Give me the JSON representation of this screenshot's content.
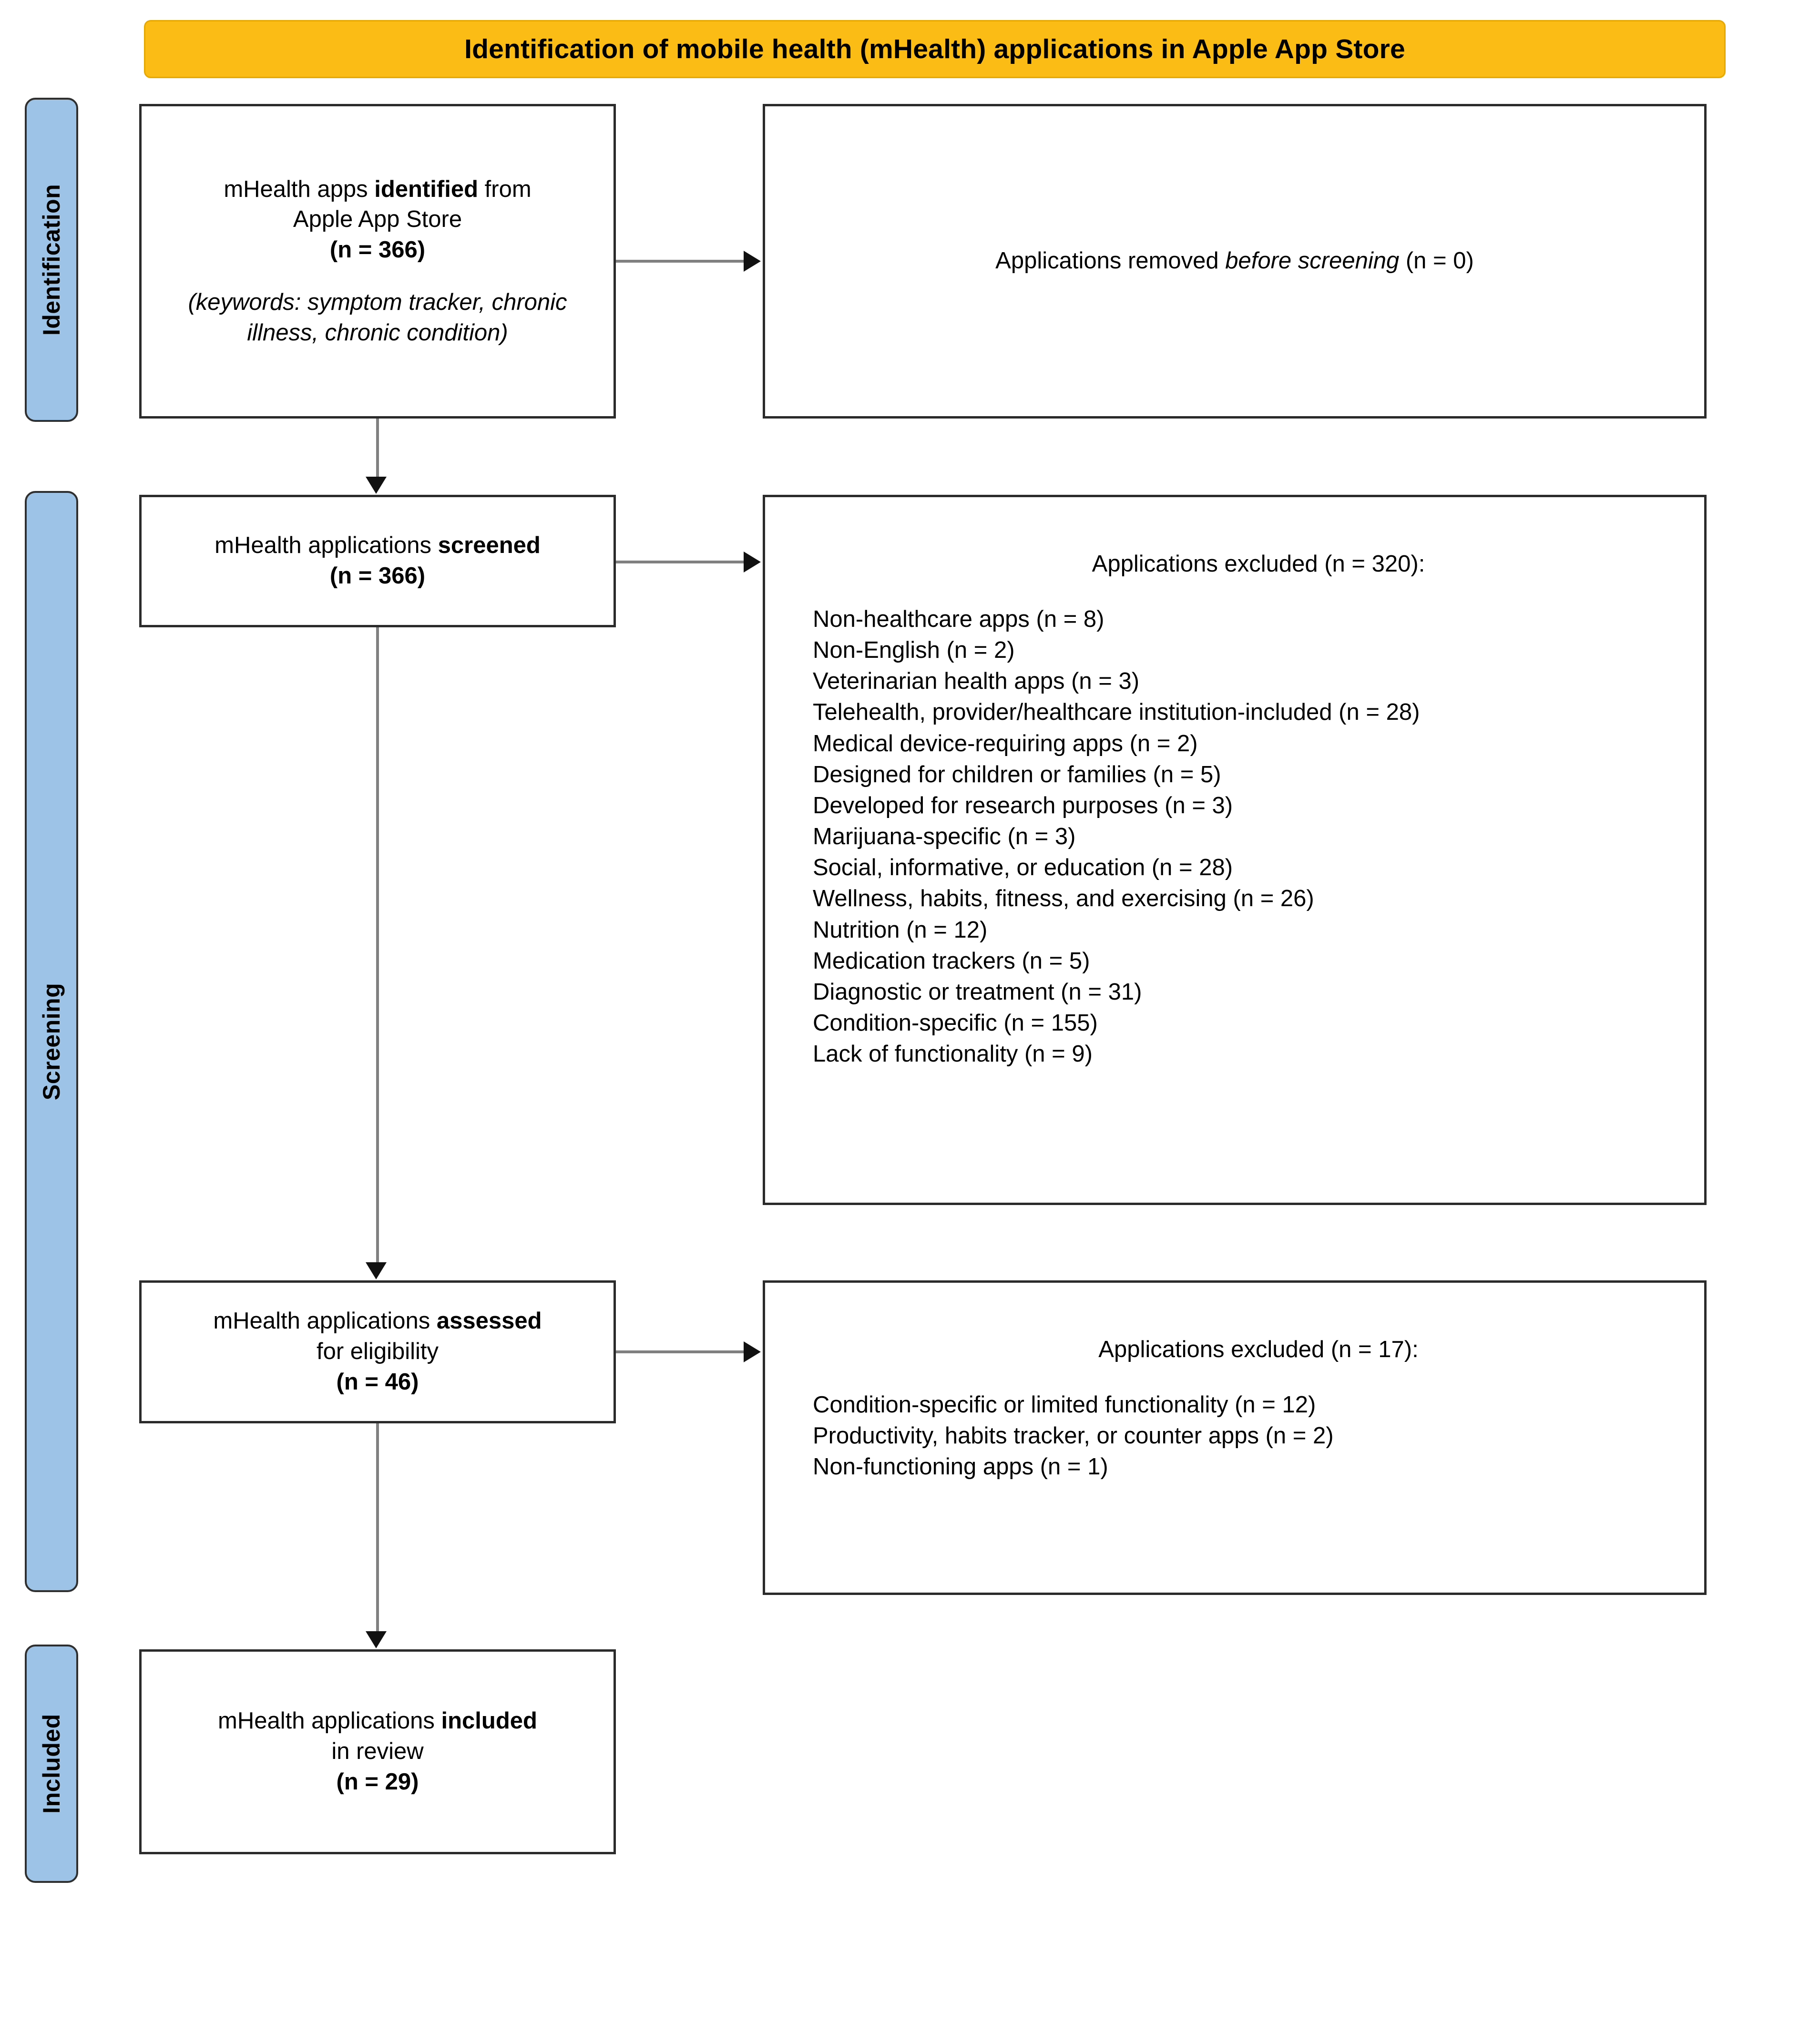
{
  "title": {
    "text": "Identification of mobile health (mHealth) applications in Apple App Store",
    "background_color": "#FBBC15"
  },
  "stages": {
    "identification": "Identification",
    "screening": "Screening",
    "included": "Included",
    "color": "#9DC3E6"
  },
  "boxes": {
    "identified": {
      "line1_pre": "mHealth apps ",
      "line1_bold": "identified",
      "line1_post": " from",
      "line2": "Apple App Store",
      "line3": "(n = 366)",
      "note_line1": "(keywords: symptom tracker, chronic",
      "note_line2": "illness, chronic condition)"
    },
    "removed_before_screening": {
      "pre": "Applications removed ",
      "italic": "before screening",
      "post": " (n = 0)"
    },
    "screened": {
      "line1_pre": "mHealth applications ",
      "line1_bold": "screened",
      "line2": "(n = 366)"
    },
    "excluded_screening": {
      "heading": "Applications excluded (n = 320):",
      "items": [
        "Non-healthcare apps (n = 8)",
        "Non-English (n = 2)",
        "Veterinarian health apps (n = 3)",
        "Telehealth, provider/healthcare institution-included (n = 28)",
        "Medical device-requiring apps (n = 2)",
        "Designed for children or families (n = 5)",
        "Developed for research purposes (n = 3)",
        "Marijuana-specific (n = 3)",
        "Social, informative, or education (n = 28)",
        "Wellness, habits, fitness, and exercising (n = 26)",
        "Nutrition (n = 12)",
        "Medication trackers (n = 5)",
        "Diagnostic or treatment (n = 31)",
        "Condition-specific (n = 155)",
        "Lack of functionality (n = 9)"
      ]
    },
    "assessed": {
      "line1_pre": "mHealth applications ",
      "line1_bold": "assessed",
      "line2": "for eligibility",
      "line3": "(n = 46)"
    },
    "excluded_eligibility": {
      "heading": "Applications excluded (n = 17):",
      "items": [
        "Condition-specific or limited functionality (n = 12)",
        "Productivity, habits tracker, or counter apps (n = 2)",
        "Non-functioning apps (n = 1)"
      ]
    },
    "included": {
      "line1_pre": "mHealth applications ",
      "line1_bold": "included",
      "line2": "in review",
      "line3": "(n = 29)"
    }
  }
}
